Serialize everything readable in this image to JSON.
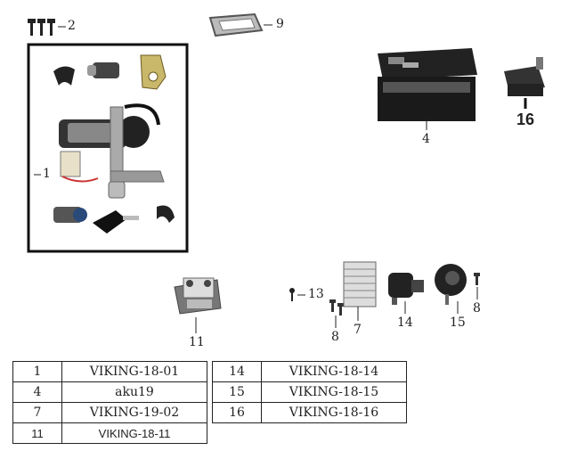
{
  "callouts": {
    "c1": "1",
    "c2": "2",
    "c4": "4",
    "c7": "7",
    "c8a": "8",
    "c8b": "8",
    "c9": "9",
    "c11": "11",
    "c13": "13",
    "c14": "14",
    "c15": "15",
    "c16": "16"
  },
  "table_left": [
    {
      "num": "1",
      "code": "VIKING-18-01"
    },
    {
      "num": "4",
      "code": "aku19"
    },
    {
      "num": "7",
      "code": "VIKING-19-02"
    },
    {
      "num": "11",
      "code": "VIKING-18-11"
    }
  ],
  "table_right": [
    {
      "num": "14",
      "code": "VIKING-18-14"
    },
    {
      "num": "15",
      "code": "VIKING-18-15"
    },
    {
      "num": "16",
      "code": "VIKING-18-16"
    }
  ]
}
